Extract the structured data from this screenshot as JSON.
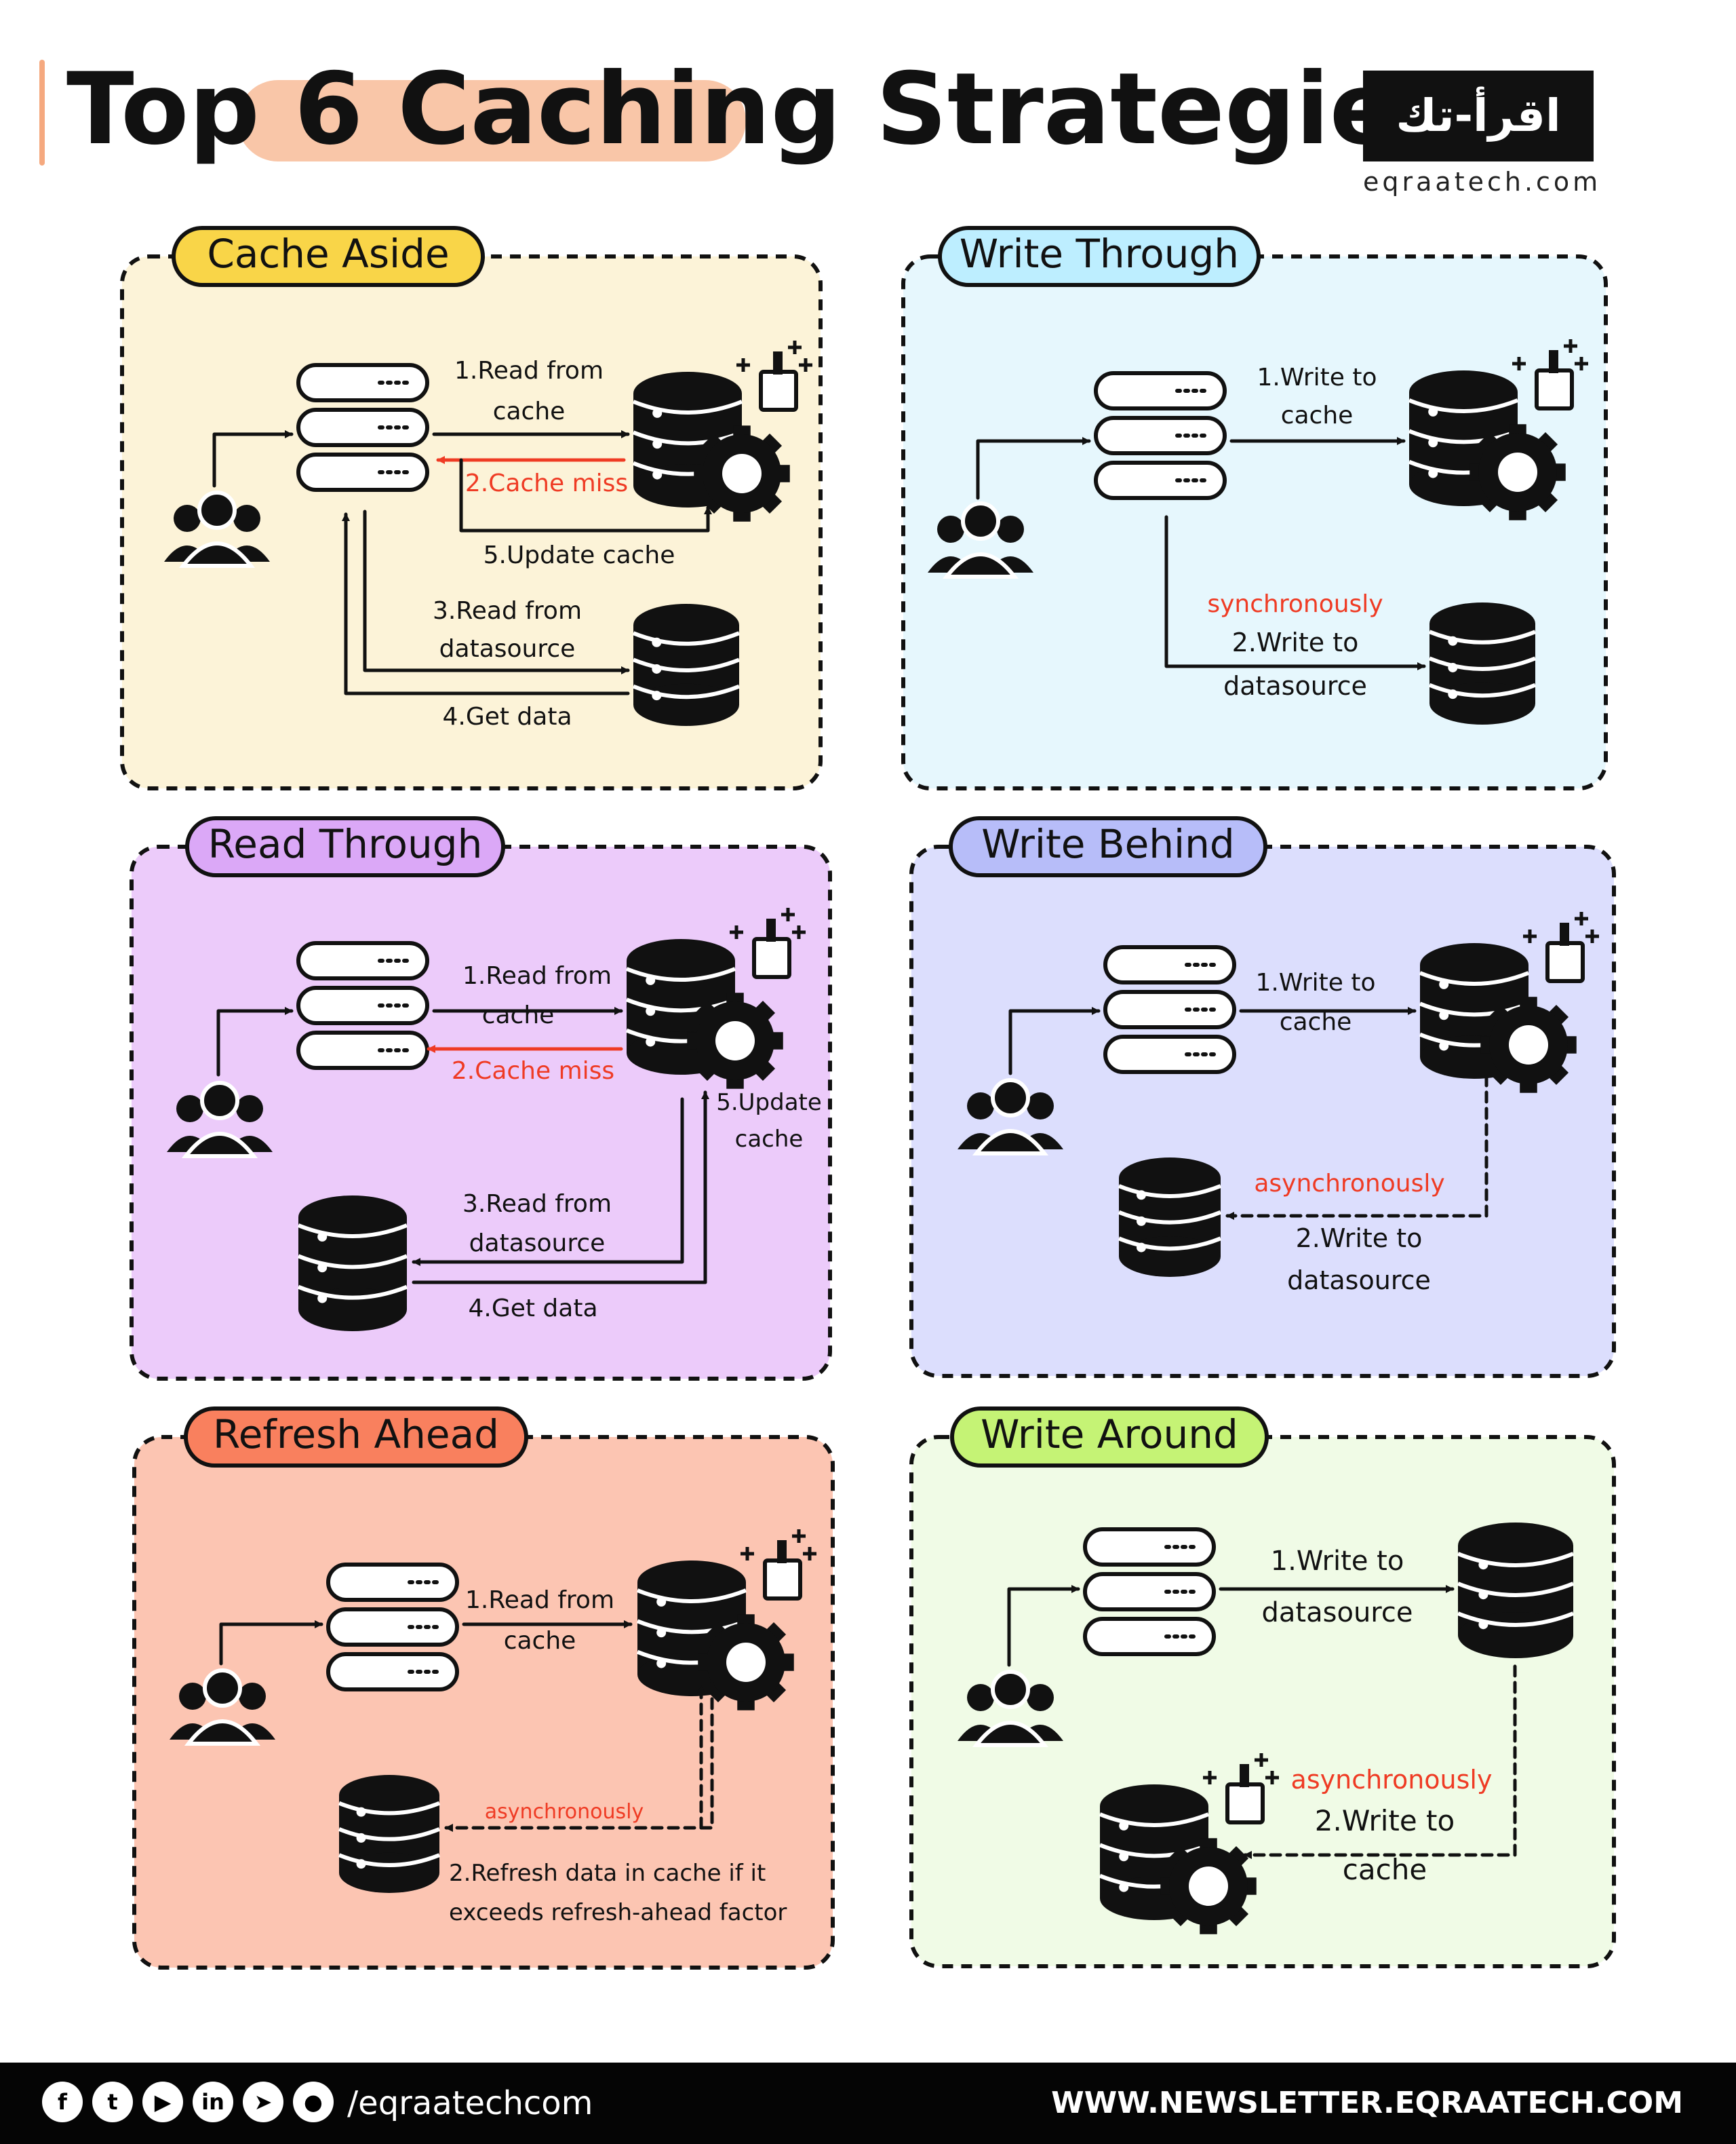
{
  "title": "Top 6 Caching Strategies",
  "logo": {
    "text": "اقرأ-تك",
    "url": "eqraatech.com"
  },
  "colors": {
    "accent": "#f5a97f",
    "miss": "#ef3b24",
    "ink": "#111111"
  },
  "panels": [
    {
      "name": "Cache Aside",
      "bg": "#fcf3d8",
      "label_bg": "#f9d548",
      "labels": [
        "1.Read from",
        "cache",
        "2.Cache miss",
        "5.Update cache",
        "3.Read from",
        "datasource",
        "4.Get data"
      ]
    },
    {
      "name": "Write Through",
      "bg": "#e6f7fd",
      "label_bg": "#bdeeff",
      "labels": [
        "1.Write to",
        "cache",
        "synchronously",
        "2.Write to",
        "datasource"
      ]
    },
    {
      "name": "Read Through",
      "bg": "#eccbfa",
      "label_bg": "#dba8f7",
      "labels": [
        "1.Read from",
        "cache",
        "2.Cache miss",
        "5.Update",
        "cache",
        "3.Read from",
        "datasource",
        "4.Get data"
      ]
    },
    {
      "name": "Write Behind",
      "bg": "#dcdefd",
      "label_bg": "#b7bdf9",
      "labels": [
        "1.Write to",
        "cache",
        "asynchronously",
        "2.Write to",
        "datasource"
      ]
    },
    {
      "name": "Refresh Ahead",
      "bg": "#fcc5b2",
      "label_bg": "#f9805e",
      "labels": [
        "1.Read from",
        "cache",
        "asynchronously",
        "2.Refresh data in cache if it",
        "exceeds refresh-ahead factor"
      ]
    },
    {
      "name": "Write Around",
      "bg": "#f0fbe6",
      "label_bg": "#c5f375",
      "labels": [
        "1.Write to",
        "datasource",
        "asynchronously",
        "2.Write to",
        "cache"
      ]
    }
  ],
  "footer": {
    "icons": [
      "facebook-icon",
      "twitter-icon",
      "youtube-icon",
      "linkedin-icon",
      "telegram-icon",
      "github-icon"
    ],
    "handle": "/eqraatechcom",
    "url": "WWW.NEWSLETTER.EQRAATECH.COM"
  }
}
